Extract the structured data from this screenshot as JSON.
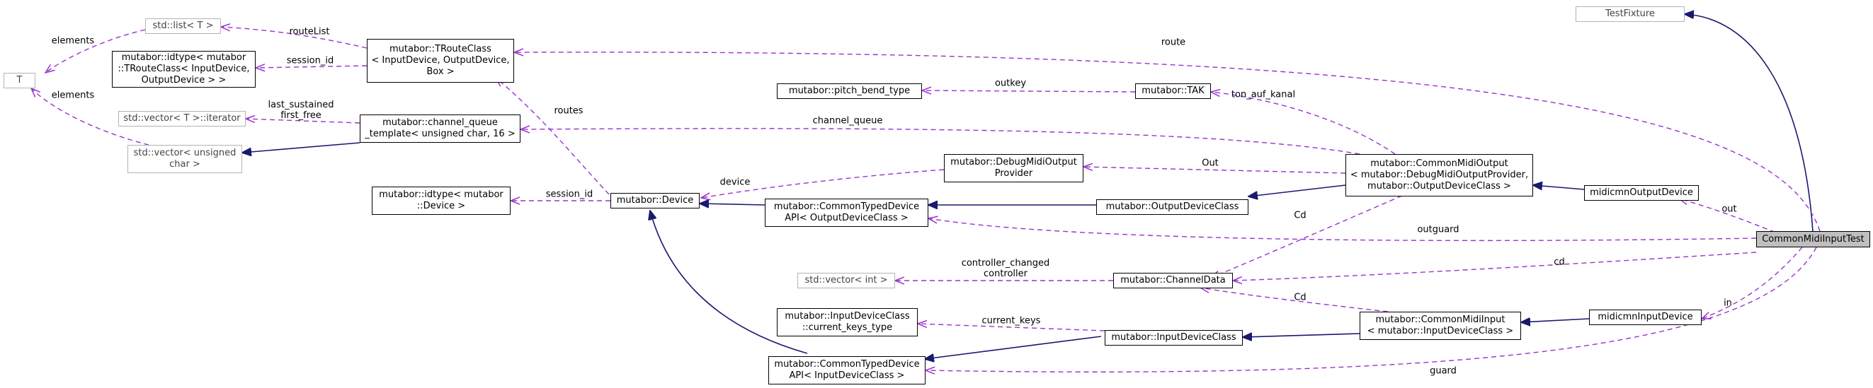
{
  "diagram": {
    "colors": {
      "inherit": "#191970",
      "usage": "#9a32cd",
      "box": "#000000",
      "external": "#b3b3b3",
      "focus_fill": "#bfbfbf"
    },
    "nodes": {
      "testfixture": "TestFixture",
      "stdlist": "std::list< T >",
      "t": "T",
      "idtype_troute": "mutabor::idtype< mutabor\n::TRouteClass< InputDevice,\nOutputDevice > >",
      "troute": "mutabor::TRouteClass\n< InputDevice, OutputDevice,\nBox >",
      "pitchbend": "mutabor::pitch_bend_type",
      "tak": "mutabor::TAK",
      "iterator": "std::vector< T >::iterator",
      "chqueue": "mutabor::channel_queue\n_template< unsigned char, 16 >",
      "vecuchar": "std::vector< unsigned\nchar >",
      "debugprov": "mutabor::DebugMidiOutput\nProvider",
      "cmout": "mutabor::CommonMidiOutput\n< mutabor::DebugMidiOutputProvider,\nmutabor::OutputDeviceClass >",
      "idtype_dev": "mutabor::idtype< mutabor\n::Device >",
      "device": "mutabor::Device",
      "ctd_out": "mutabor::CommonTypedDevice\nAPI< OutputDeviceClass >",
      "outdevclass": "mutabor::OutputDeviceClass",
      "midiout": "midicmnOutputDevice",
      "cmit": "CommonMidiInputTest",
      "vecint": "std::vector< int >",
      "chdata": "mutabor::ChannelData",
      "curkeys": "mutabor::InputDeviceClass\n::current_keys_type",
      "indevclass": "mutabor::InputDeviceClass",
      "cmin": "mutabor::CommonMidiInput\n< mutabor::InputDeviceClass >",
      "midiin": "midicmnInputDevice",
      "ctd_in": "mutabor::CommonTypedDevice\nAPI< InputDeviceClass >"
    },
    "edge_labels": {
      "elements1": "elements",
      "elements2": "elements",
      "routelist": "routeList",
      "session_id1": "session_id",
      "route": "route",
      "outkey": "outkey",
      "ton_auf_kanal": "ton_auf_kanal",
      "last_sustained": "last_sustained\nfirst_free",
      "channel_queue": "channel_queue",
      "routes": "routes",
      "out_lbl": "Out",
      "device_lbl": "device",
      "session_id2": "session_id",
      "cd1": "Cd",
      "out2": "out",
      "outguard": "outguard",
      "controller": "controller_changed\ncontroller",
      "cd2": "cd",
      "cd3": "Cd",
      "current_keys": "current_keys",
      "in_lbl": "in",
      "guard": "guard"
    }
  }
}
